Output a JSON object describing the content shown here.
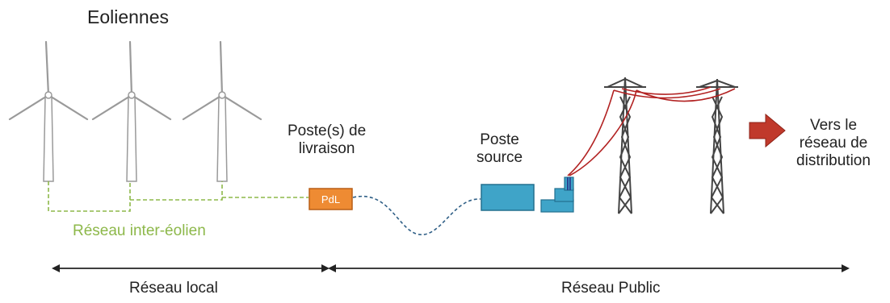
{
  "title": "Eoliennes",
  "labels": {
    "poste_livraison": [
      "Poste(s) de",
      "livraison"
    ],
    "poste_source": [
      "Poste",
      "source"
    ],
    "vers_reseau": [
      "Vers le",
      "réseau de",
      "distribution"
    ],
    "reseau_inter_eolien": "Réseau inter-éolien",
    "pdl": "PdL",
    "reseau_local": "Réseau local",
    "reseau_public": "Réseau Public"
  },
  "colors": {
    "turbine_stroke": "#9a9a9a",
    "inter_eolien_line": "#8db84a",
    "pdl_fill": "#ee8b33",
    "pdl_stroke": "#b85e16",
    "hv_cable": "#2f5f86",
    "poste_source_fill": "#3fa4c8",
    "poste_source_stroke": "#23708f",
    "pylon": "#444444",
    "power_lines": "#b22222",
    "arrow": "#c0392b",
    "text": "#222222"
  }
}
